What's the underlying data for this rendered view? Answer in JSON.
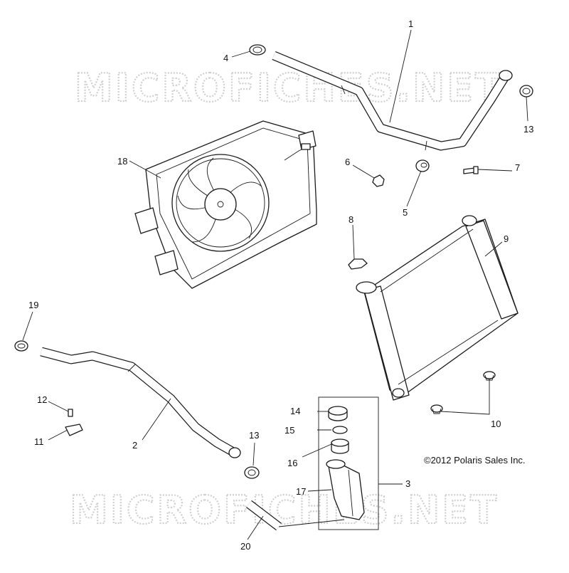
{
  "watermark": "MICROFICHES.NET",
  "copyright": "©2012  Polaris Sales Inc.",
  "callouts": [
    "1",
    "2",
    "3",
    "4",
    "5",
    "6",
    "7",
    "8",
    "9",
    "10",
    "11",
    "12",
    "13",
    "13",
    "14",
    "15",
    "16",
    "17",
    "18",
    "19",
    "20"
  ]
}
